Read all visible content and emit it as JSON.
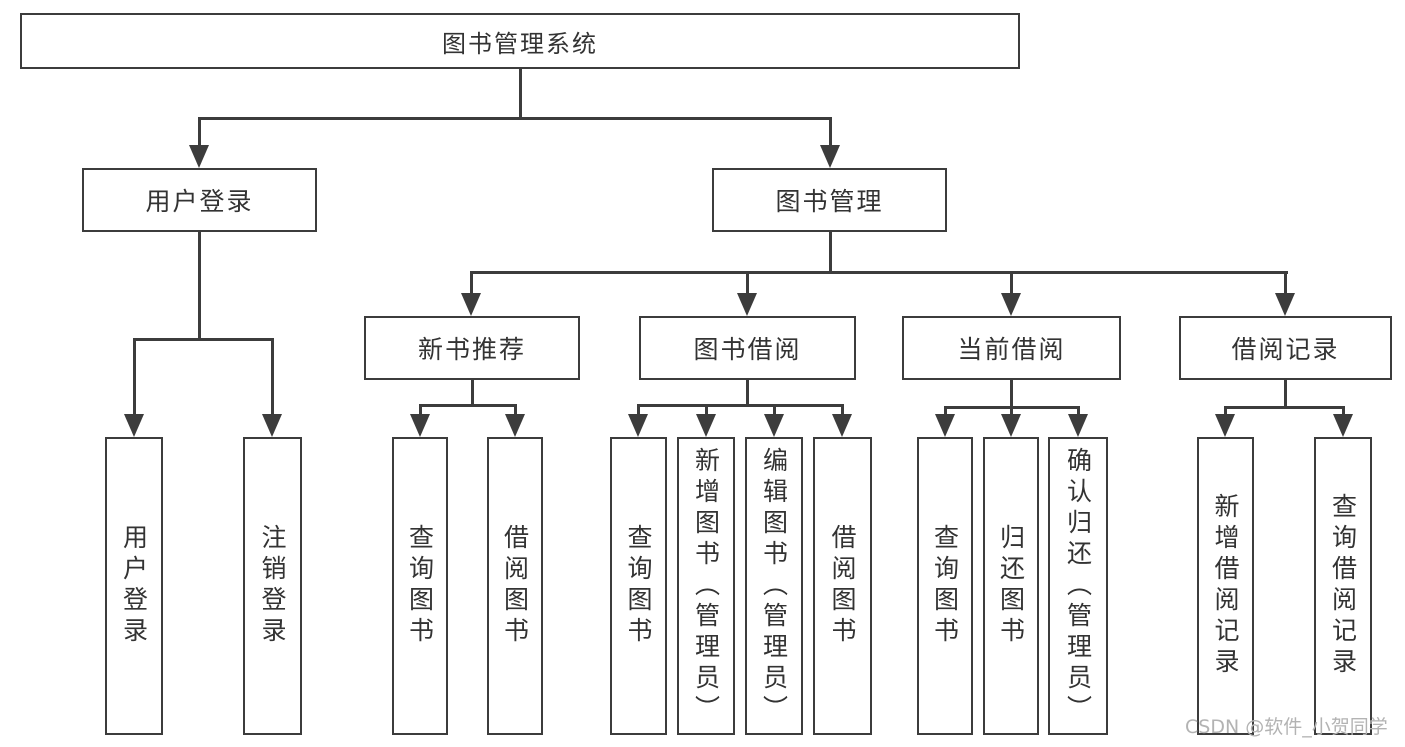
{
  "diagram": {
    "root": {
      "label": "图书管理系统",
      "children": [
        {
          "label": "用户登录",
          "children": [
            {
              "label": "用户登录"
            },
            {
              "label": "注销登录"
            }
          ]
        },
        {
          "label": "图书管理",
          "children": [
            {
              "label": "新书推荐",
              "children": [
                {
                  "label": "查询图书"
                },
                {
                  "label": "借阅图书"
                }
              ]
            },
            {
              "label": "图书借阅",
              "children": [
                {
                  "label": "查询图书"
                },
                {
                  "label": "新增图书（管理员）"
                },
                {
                  "label": "编辑图书（管理员）"
                },
                {
                  "label": "借阅图书"
                }
              ]
            },
            {
              "label": "当前借阅",
              "children": [
                {
                  "label": "查询图书"
                },
                {
                  "label": "归还图书"
                },
                {
                  "label": "确认归还（管理员）"
                }
              ]
            },
            {
              "label": "借阅记录",
              "children": [
                {
                  "label": "新增借阅记录"
                },
                {
                  "label": "查询借阅记录"
                }
              ]
            }
          ]
        }
      ]
    },
    "watermark": "CSDN @软件_小贺同学",
    "colors": {
      "line": "#3c3c3c",
      "text": "#333333",
      "watermark": "#b3b3b3",
      "background": "#ffffff"
    }
  }
}
